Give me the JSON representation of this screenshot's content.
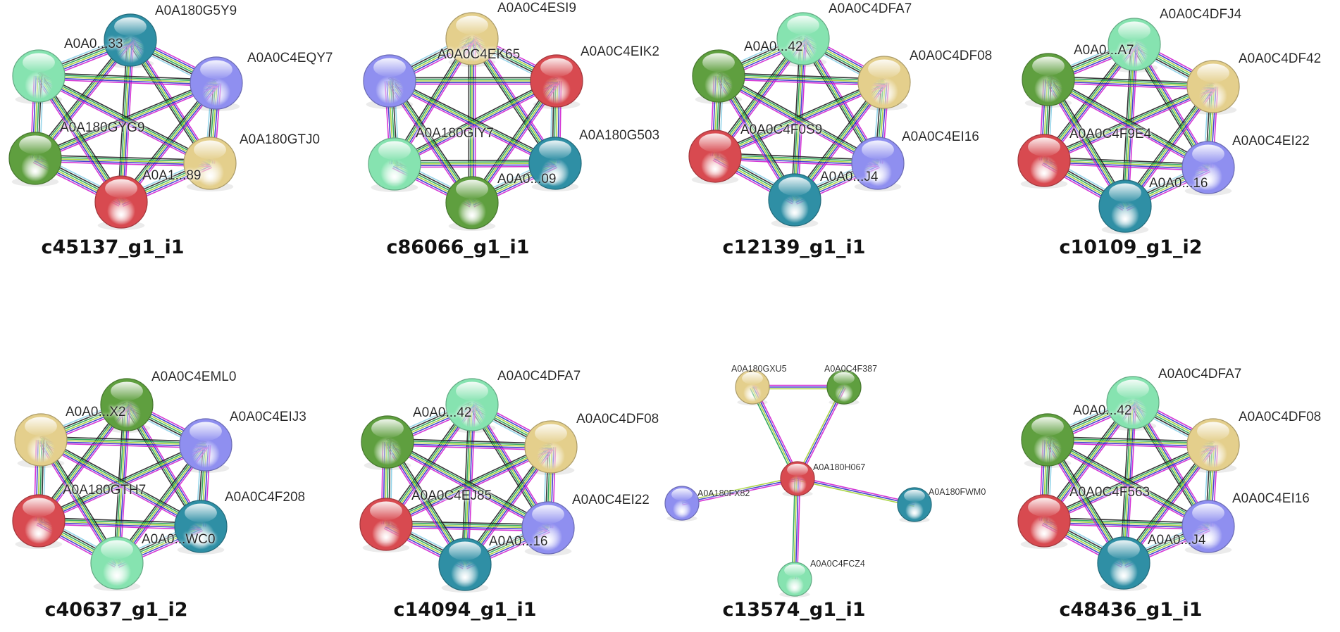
{
  "palette": {
    "red": "#d84a50",
    "blue": "#8f8ff0",
    "yellow": "#e4cf8c",
    "teal": "#2f8fa5",
    "green": "#5f9f3f",
    "mint": "#86e3b0",
    "edge": [
      "#d020d0",
      "#3030c8",
      "#a0d030",
      "#20a050",
      "#202020",
      "#8ad0e8"
    ]
  },
  "networks": [
    {
      "caption": "c45137_g1_i1",
      "nodes": [
        {
          "label": "A0A180G5Y9",
          "color": "teal"
        },
        {
          "label": "A0A0C4EQY7",
          "color": "blue"
        },
        {
          "label": "A0A180GTJ0",
          "color": "yellow"
        },
        {
          "label": "A0A1...89",
          "color": "red"
        },
        {
          "label": "A0A180GYG9",
          "color": "green"
        },
        {
          "label": "A0A0...33",
          "color": "mint"
        }
      ]
    },
    {
      "caption": "c86066_g1_i1",
      "nodes": [
        {
          "label": "A0A0C4ESI9",
          "color": "yellow"
        },
        {
          "label": "A0A0C4EIK2",
          "color": "red"
        },
        {
          "label": "A0A180G503",
          "color": "teal"
        },
        {
          "label": "A0A0...09",
          "color": "green"
        },
        {
          "label": "A0A180GIY7",
          "color": "mint"
        },
        {
          "label": "A0A0C4EK65",
          "color": "blue"
        }
      ]
    },
    {
      "caption": "c12139_g1_i1",
      "nodes": [
        {
          "label": "A0A0C4DFA7",
          "color": "mint"
        },
        {
          "label": "A0A0C4DF08",
          "color": "yellow"
        },
        {
          "label": "A0A0C4EI16",
          "color": "blue"
        },
        {
          "label": "A0A0...J4",
          "color": "teal"
        },
        {
          "label": "A0A0C4F0S9",
          "color": "red"
        },
        {
          "label": "A0A0...42",
          "color": "green"
        }
      ]
    },
    {
      "caption": "c10109_g1_i2",
      "nodes": [
        {
          "label": "A0A0C4DFJ4",
          "color": "mint"
        },
        {
          "label": "A0A0C4DF42",
          "color": "yellow"
        },
        {
          "label": "A0A0C4EI22",
          "color": "blue"
        },
        {
          "label": "A0A0...16",
          "color": "teal"
        },
        {
          "label": "A0A0C4F9E4",
          "color": "red"
        },
        {
          "label": "A0A0...A7",
          "color": "green"
        }
      ]
    },
    {
      "caption": "c40637_g1_i2",
      "nodes": [
        {
          "label": "A0A0C4EML0",
          "color": "green"
        },
        {
          "label": "A0A0C4EIJ3",
          "color": "blue"
        },
        {
          "label": "A0A0C4F208",
          "color": "teal"
        },
        {
          "label": "A0A0...WC0",
          "color": "mint"
        },
        {
          "label": "A0A180GTH7",
          "color": "red"
        },
        {
          "label": "A0A0...X2",
          "color": "yellow"
        }
      ]
    },
    {
      "caption": "c14094_g1_i1",
      "nodes": [
        {
          "label": "A0A0C4DFA7",
          "color": "mint"
        },
        {
          "label": "A0A0C4DF08",
          "color": "yellow"
        },
        {
          "label": "A0A0C4EI22",
          "color": "blue"
        },
        {
          "label": "A0A0...16",
          "color": "teal"
        },
        {
          "label": "A0A0C4EJ85",
          "color": "red"
        },
        {
          "label": "A0A0...42",
          "color": "green"
        }
      ]
    },
    {
      "caption": "c13574_g1_i1",
      "nodes": [
        {
          "label": "A0A180GXU5",
          "color": "yellow"
        },
        {
          "label": "A0A0C4F387",
          "color": "green"
        },
        {
          "label": "A0A180H067",
          "color": "red"
        },
        {
          "label": "A0A180FX82",
          "color": "blue"
        },
        {
          "label": "A0A180FWM0",
          "color": "teal"
        },
        {
          "label": "A0A0C4FCZ4",
          "color": "mint"
        }
      ]
    },
    {
      "caption": "c48436_g1_i1",
      "nodes": [
        {
          "label": "A0A0C4DFA7",
          "color": "mint"
        },
        {
          "label": "A0A0C4DF08",
          "color": "yellow"
        },
        {
          "label": "A0A0C4EI16",
          "color": "blue"
        },
        {
          "label": "A0A0...J4",
          "color": "teal"
        },
        {
          "label": "A0A0C4F563",
          "color": "red"
        },
        {
          "label": "A0A0...42",
          "color": "green"
        }
      ]
    }
  ]
}
